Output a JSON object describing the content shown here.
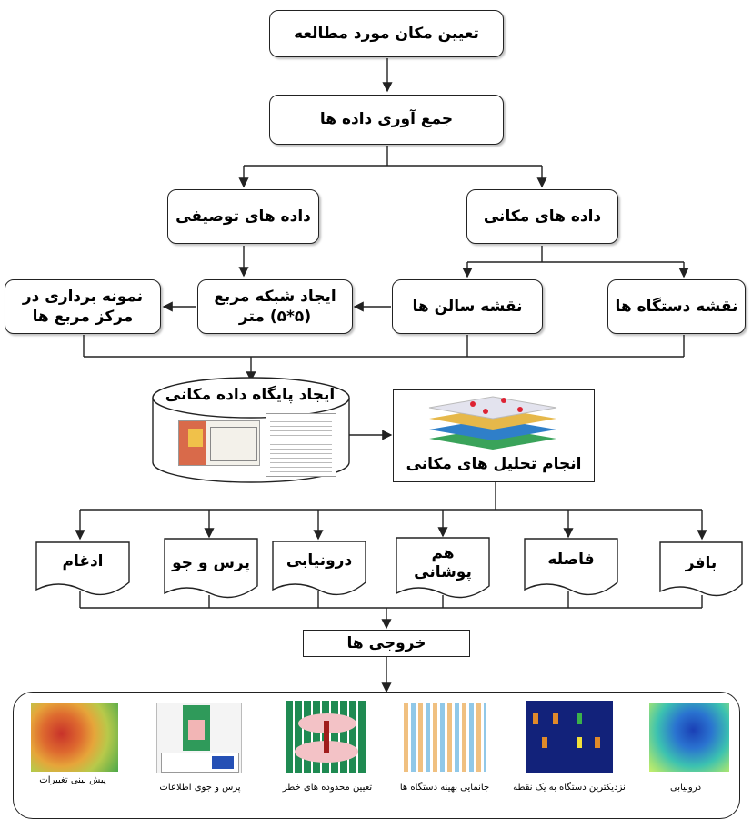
{
  "nodes": {
    "study_area": "تعیین مکان مورد مطالعه",
    "data_collection": "جمع آوری داده ها",
    "descriptive_data": "داده های توصیفی",
    "spatial_data": "داده های مکانی",
    "sampling": "نمونه برداری در مرکز مربع ها",
    "grid_creation": "ایجاد شبکه مربع (۵*۵) متر",
    "hall_map": "نقشه سالن ها",
    "device_map": "نقشه دستگاه ها",
    "spatial_database": "ایجاد پایگاه داده مکانی",
    "spatial_analysis": "انجام تحلیل های مکانی",
    "outputs": "خروجی ها"
  },
  "analyses": [
    "ادغام",
    "پرس و جو",
    "درونیابی",
    "هم پوشانی",
    "فاصله",
    "بافر"
  ],
  "output_captions": [
    "پیش بینی تغییرات",
    "پرس و جوی اطلاعات",
    "تعیین محدوده های خطر",
    "جانمایی بهینه دستگاه ها",
    "نزدیکترین دستگاه به یک نقطه",
    "درونیابی"
  ]
}
